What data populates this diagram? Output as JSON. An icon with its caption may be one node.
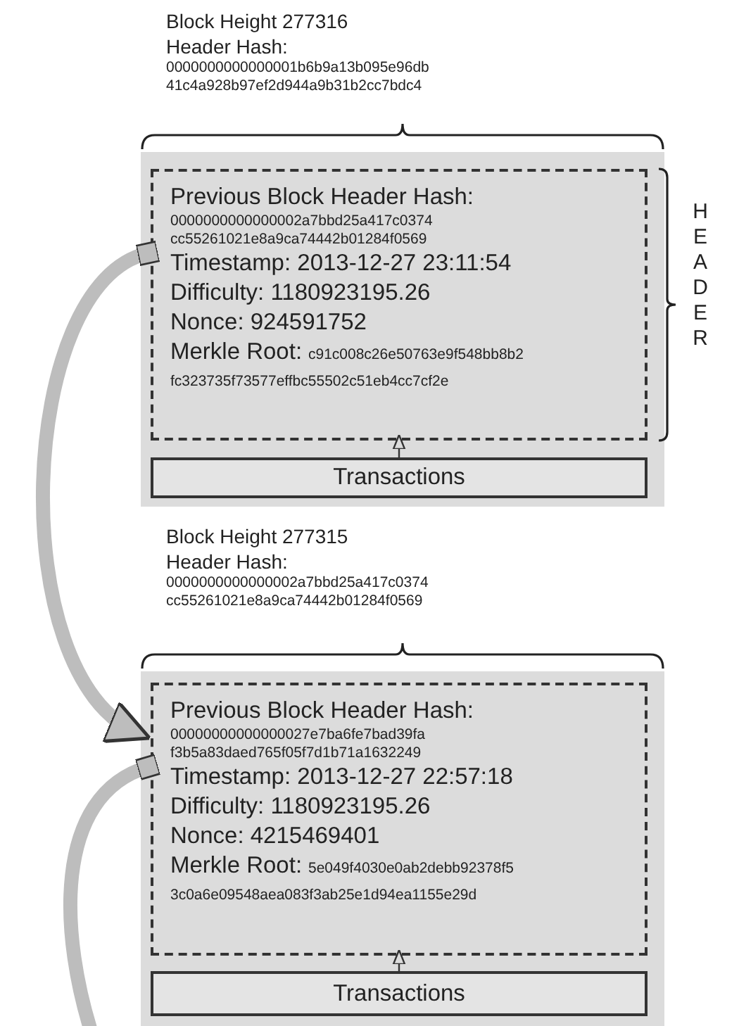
{
  "diagram": {
    "nodes": [
      {
        "text": [],
        "shape": "box",
        "beside": [
          "Block Height 277316",
          "Header Hash:",
          "0000000000000001b6b9a13b095e96db 41c4a928b97ef2d944a9b31b2cc7bdc4"
        ]
      },
      {
        "text": [
          "Previous Block Header Hash:",
          "0000000000000002a7bbd25a417c0374 cc55261021e8a9ca74442b01284f0569",
          "Timestamp: 2013-12-27 23:11:54",
          "Difficulty: 1180923195.26",
          "Nonce: 924591752",
          "Merkle Root:",
          "c91c008c26e50763e9f548bb8b2 fc323735f73577effbc55502c51eb4cc7cf2e"
        ],
        "in": 0
      },
      {
        "text": [
          "Transactions"
        ],
        "in": 0
      },
      {
        "text": [],
        "shape": "box",
        "beside": [
          "Block Height 277315",
          "Header Hash:",
          "0000000000000002a7bbd25a417c0374 cc55261021e8a9ca74442b01284f0569"
        ]
      },
      {
        "text": [
          "Previous Block Header Hash:",
          "00000000000000027e7ba6fe7bad39fa f3b5a83daed765f05f7d1b71a1632249",
          "Timestamp: 2013-12-27 22:57:18",
          "Difficulty: 1180923195.26",
          "Nonce: 4215469401",
          "Merkle Root:",
          "5e049f4030e0ab2debb92378f5 3c0a6e09548aea083f3ab25e1d94ea1155e29d"
        ],
        "in": 3
      },
      {
        "text": [
          "Transactions"
        ],
        "in": 3
      }
    ],
    "edges": [
      {
        "from": 2,
        "to": 1,
        "arrow": "to"
      },
      {
        "from": 1,
        "to": 3,
        "arrow": "to",
        "style": "thick",
        "color": "#bdbdbd"
      },
      {
        "from": 5,
        "to": 4,
        "arrow": "to"
      },
      {
        "from": 4,
        "to": null,
        "arrow": "other",
        "style": "thick",
        "color": "#bdbdbd"
      }
    ],
    "labels": [
      "HEADER"
    ]
  }
}
